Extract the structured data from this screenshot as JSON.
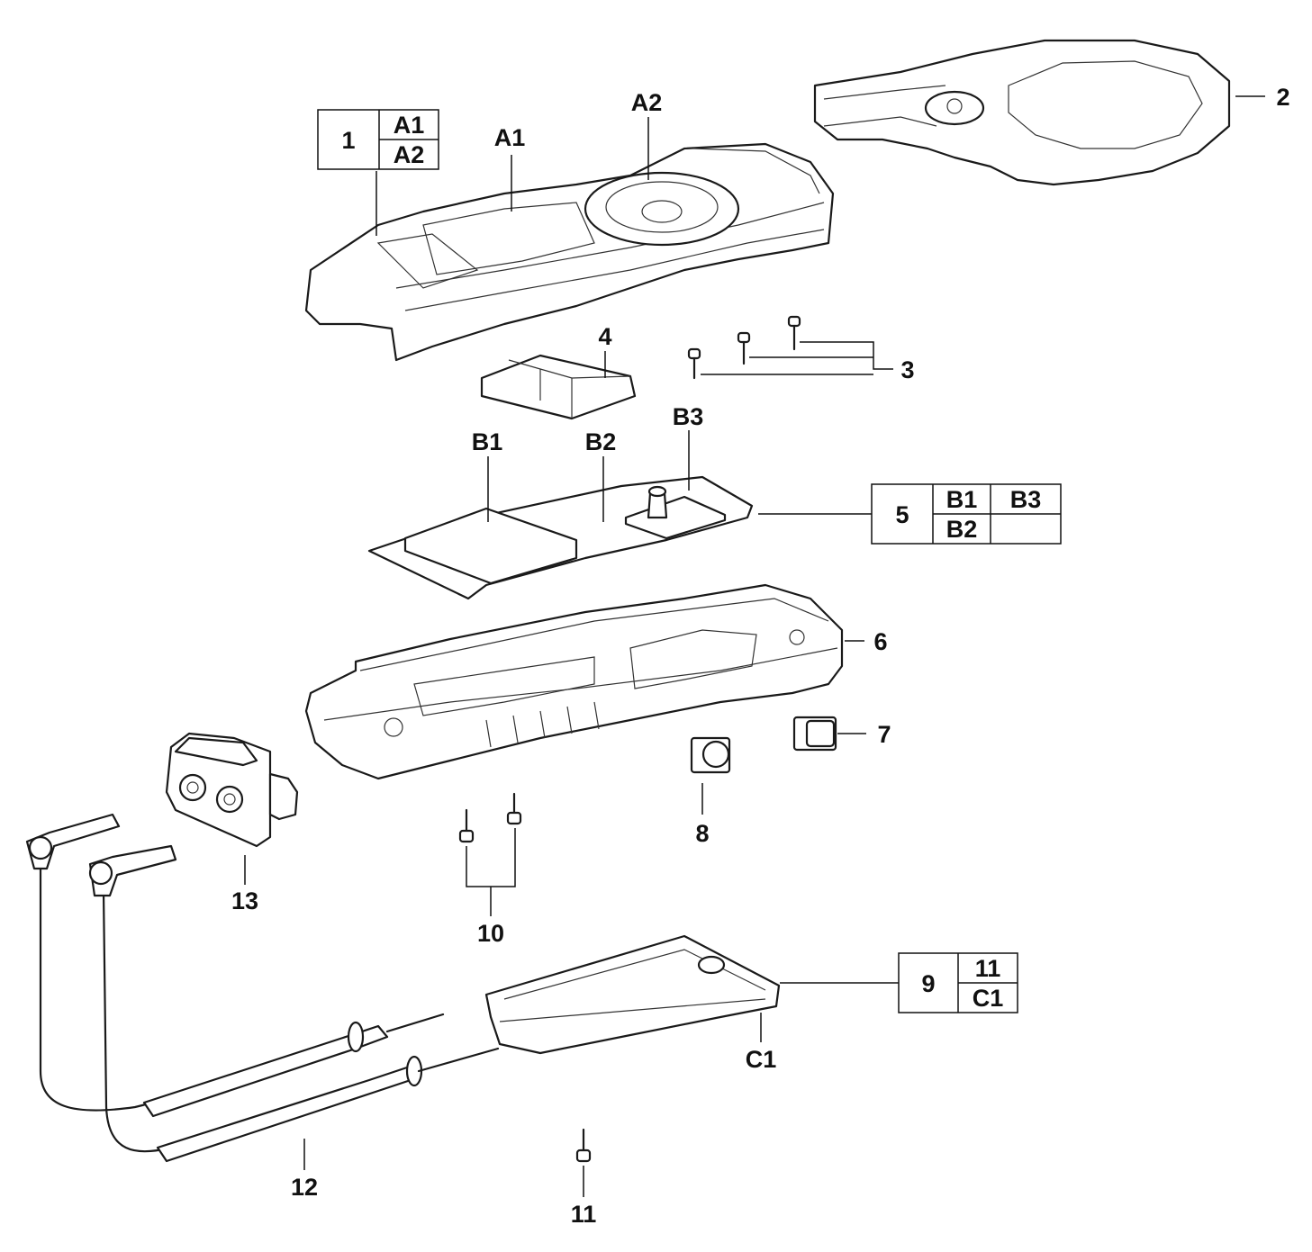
{
  "callouts": {
    "c1": "1",
    "c2": "2",
    "c3": "3",
    "c4": "4",
    "c5": "5",
    "c6": "6",
    "c7": "7",
    "c8": "8",
    "c9": "9",
    "c10": "10",
    "c11": "11",
    "c12": "12",
    "c13": "13",
    "a1": "A1",
    "a2": "A2",
    "b1": "B1",
    "b2": "B2",
    "b3": "B3",
    "cc1": "C1"
  },
  "tables": {
    "t1": {
      "main": "1",
      "cells": [
        "A1",
        "A2"
      ]
    },
    "t5": {
      "main": "5",
      "cells": [
        "B1",
        "B3",
        "B2",
        ""
      ]
    },
    "t9": {
      "main": "9",
      "cells": [
        "11",
        "C1"
      ]
    }
  }
}
